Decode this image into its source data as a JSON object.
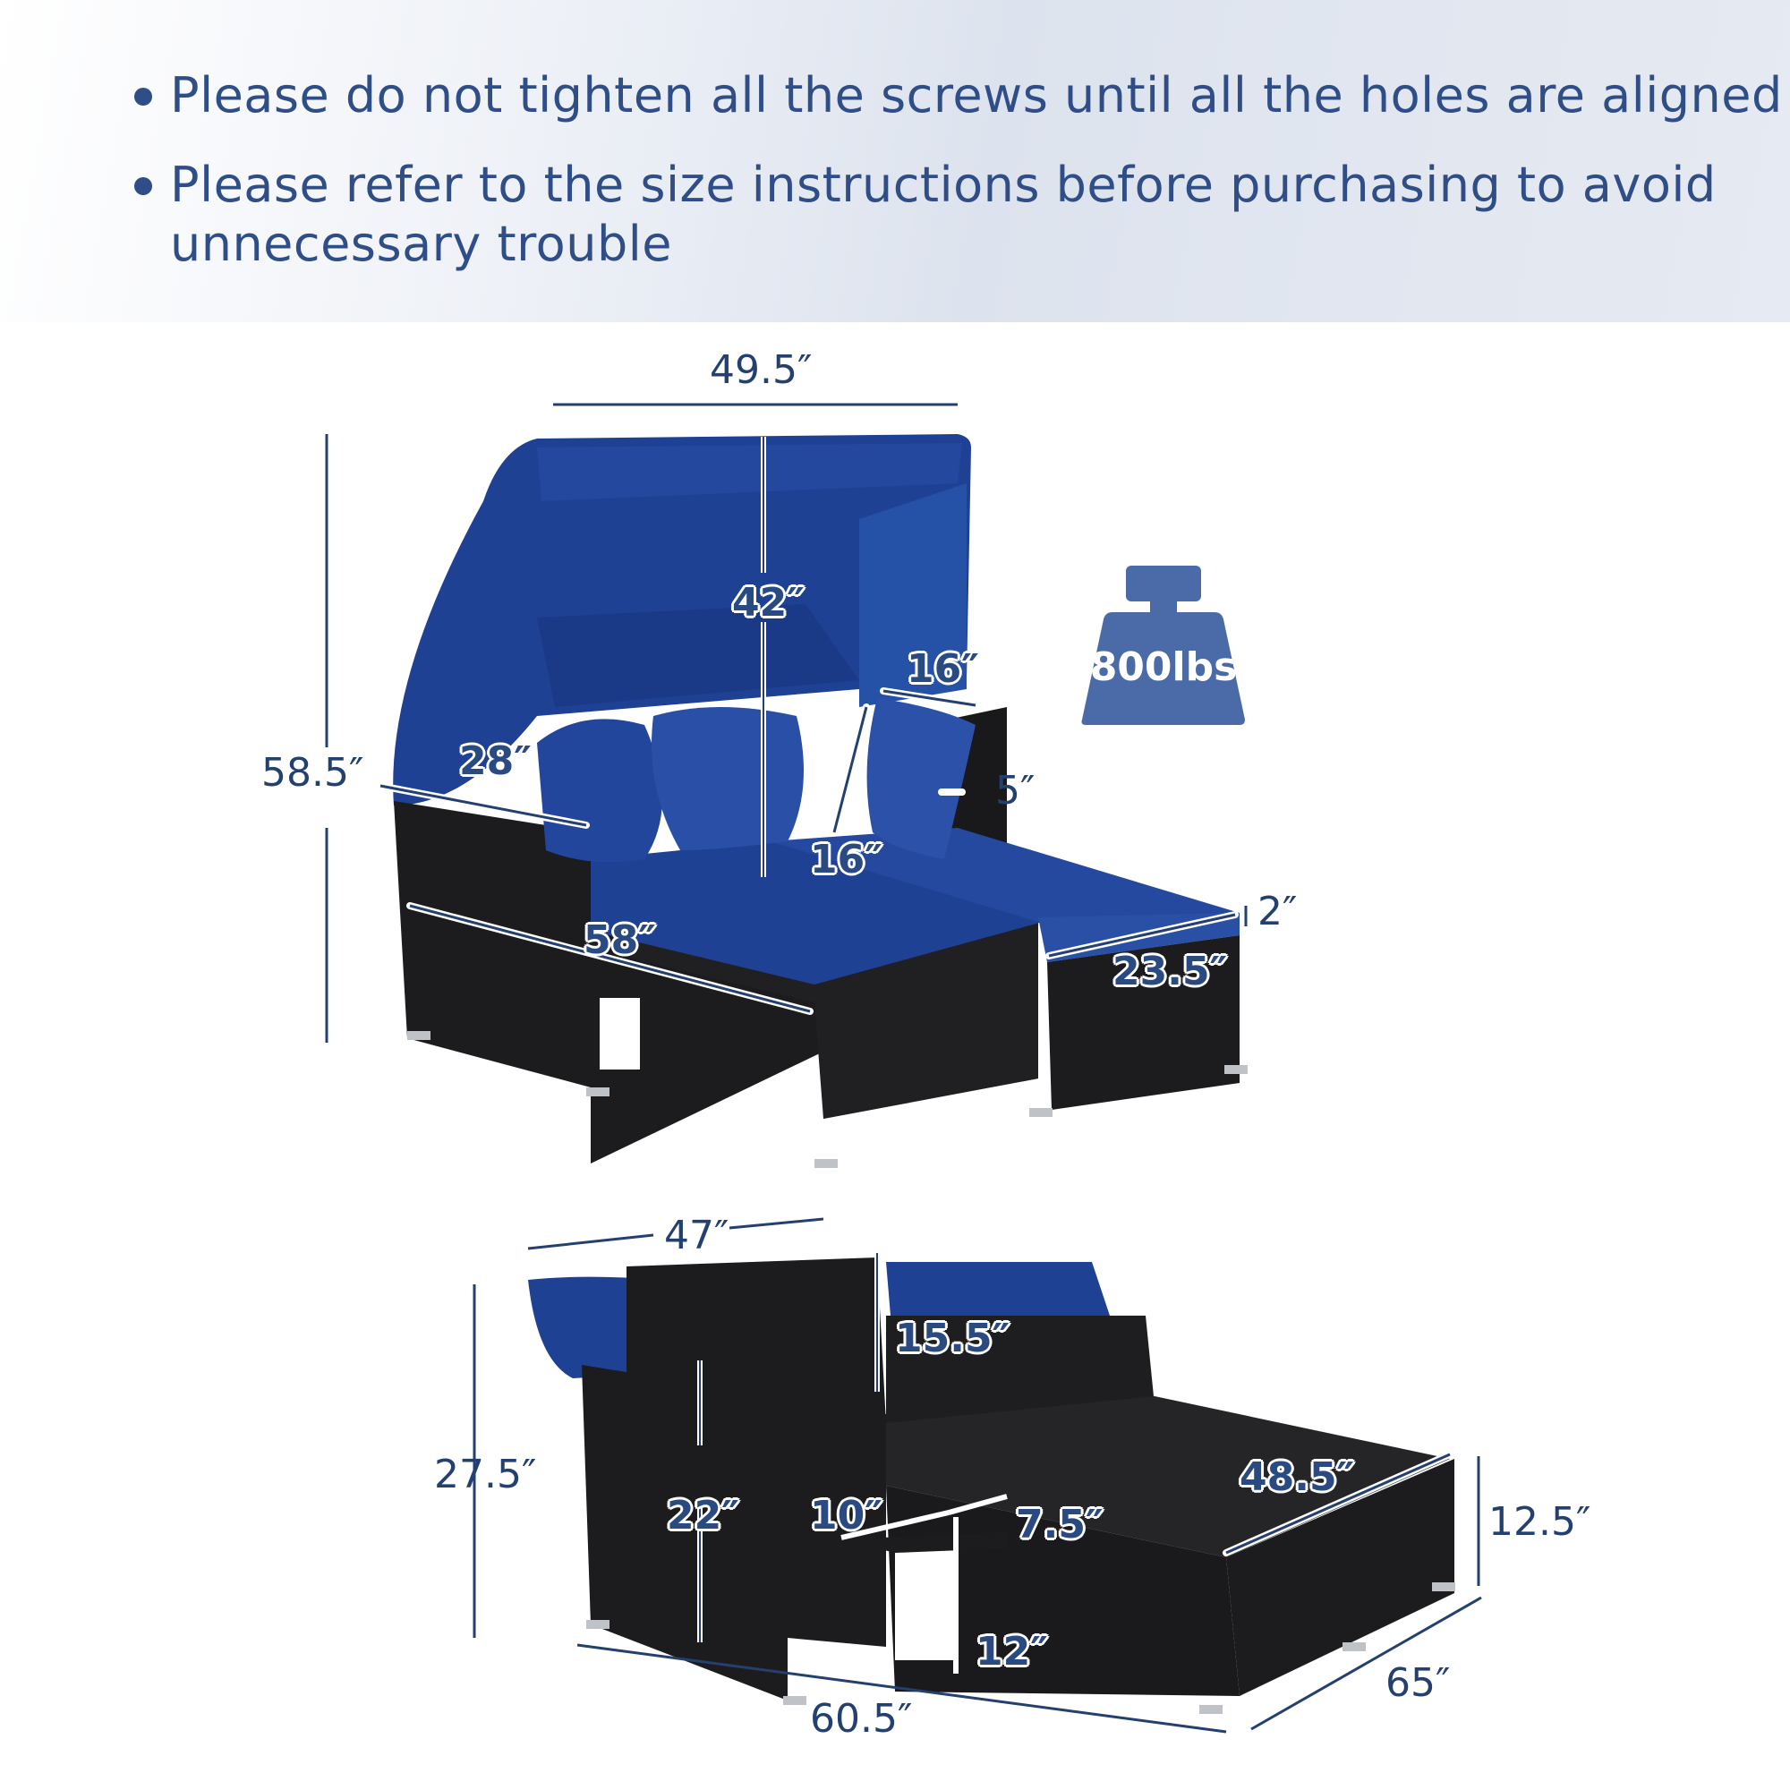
{
  "notes": [
    {
      "text": "Please do not tighten all the screws until all the holes are aligned"
    },
    {
      "text_line1": "Please refer to the size instructions before purchasing to avoid",
      "text_line2": "unnecessary trouble"
    }
  ],
  "weight_capacity": {
    "label": "800lbs",
    "color": "#4a6aa8"
  },
  "colors": {
    "text_blue": "#2f4d86",
    "cushion_blue": "#1f3f8f",
    "wicker_black": "#1c1c1e"
  },
  "diagram_top": {
    "canopy_width": "49.5″",
    "total_height": "58.5″",
    "canopy_inner_height": "42″",
    "armrest_length": "28″",
    "pillow_width": "16″",
    "pillow_height": "16″",
    "pillow_thickness": "5″",
    "side_length": "58″",
    "cushion_thickness": "2″",
    "ottoman_length": "23.5″"
  },
  "diagram_bottom": {
    "backrest_width": "47″",
    "overall_height": "27.5″",
    "backrest_height": "15.5″",
    "arm_height": "22″",
    "side_table_width": "10″",
    "side_table_depth": "7.5″",
    "side_table_height": "12″",
    "seat_length": "48.5″",
    "seat_height": "12.5″",
    "overall_width": "60.5″",
    "overall_depth": "65″"
  }
}
